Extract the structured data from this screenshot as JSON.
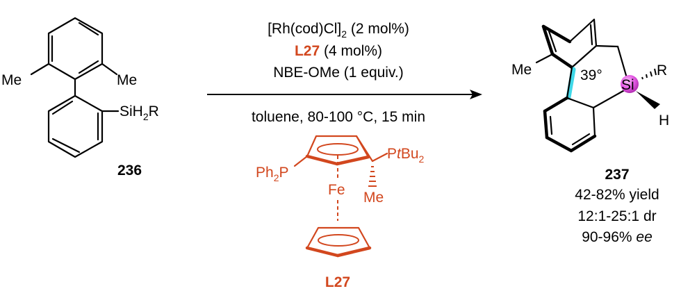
{
  "reactant": {
    "compound_number": "236",
    "methyl_left": "Me",
    "methyl_right": "Me",
    "silane": "SiH",
    "silane_sub": "2",
    "silane_r": "R"
  },
  "conditions": {
    "catalyst_main": "[Rh(cod)Cl]",
    "catalyst_sub": "2",
    "catalyst_loading": " (2 mol%)",
    "ligand_label": "L27",
    "ligand_loading": " (4 mol%)",
    "additive": "NBE-OMe (1 equiv.)",
    "solvent_temp_time": "toluene, 80-100 °C, 15 min"
  },
  "ligand": {
    "name": "L27",
    "ph2p_main": "Ph",
    "ph2p_sub": "2",
    "ph2p_p": "P",
    "ptbu_p": "P",
    "ptbu_t": "t",
    "ptbu_bu": "Bu",
    "ptbu_sub": "2",
    "metal": "Fe",
    "methyl": "Me"
  },
  "product": {
    "compound_number": "237",
    "methyl": "Me",
    "angle": "39°",
    "silicon": "Si",
    "r_group": "R",
    "hydrogen": "H",
    "yield": "42-82% yield",
    "dr": "12:1-25:1 dr",
    "ee_value": "90-96% ",
    "ee_label": "ee"
  },
  "colors": {
    "ligand": "#d2471e",
    "highlight_bond": "#40d8e8",
    "silicon_sphere": "#e65de6"
  }
}
